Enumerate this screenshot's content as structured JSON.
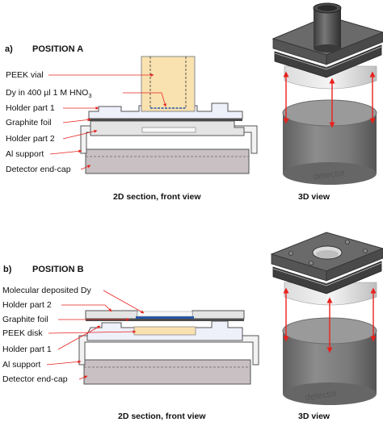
{
  "panel_a": {
    "letter": "a)",
    "title": "POSITION A",
    "labels": {
      "vial": "PEEK vial",
      "dy": "Dy in 400 µl 1 M HNO",
      "dy_sub": "3",
      "holder1": "Holder part 1",
      "graphite": "Graphite foil",
      "holder2": "Holder part 2",
      "al": "Al support",
      "endcap": "Detector end-cap"
    },
    "caption_2d": "2D section, front view",
    "caption_3d": "3D view",
    "detector_text": "detector"
  },
  "panel_b": {
    "letter": "b)",
    "title": "POSITION B",
    "labels": {
      "molecular": "Molecular deposited Dy",
      "holder2": "Holder part 2",
      "graphite": "Graphite foil",
      "peek_disk": "PEEK disk",
      "holder1": "Holder part 1",
      "al": "Al support",
      "endcap": "Detector end-cap"
    },
    "caption_2d": "2D section, front view",
    "caption_3d": "3D view",
    "detector_text": "detector"
  },
  "colors": {
    "arrow": "#e8211d",
    "endcap": "#c8c0c3",
    "vial": "#f9e2b0",
    "dy_layer": "#2255aa"
  }
}
